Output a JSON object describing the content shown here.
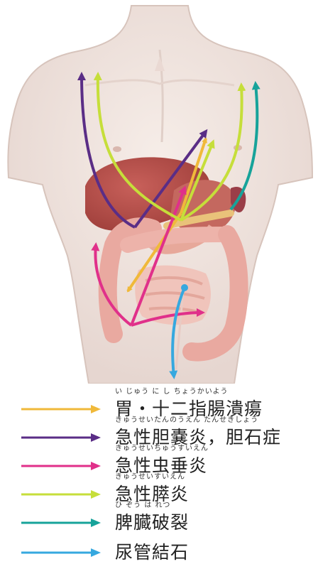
{
  "legend": [
    {
      "label": "胃・十二指腸潰瘍",
      "ruby": "い  じゅう に  し ちょうかいよう",
      "color": "#F0B93A"
    },
    {
      "label": "急性胆嚢炎，胆石症",
      "ruby": "きゅうせいたんのうえん    たんせきしょう",
      "color": "#5A2D86"
    },
    {
      "label": "急性虫垂炎",
      "ruby": "きゅうせいちゅうすいえん",
      "color": "#E0308A"
    },
    {
      "label": "急性膵炎",
      "ruby": "きゅうせいすいえん",
      "color": "#C6DE3A"
    },
    {
      "label": "脾臓破裂",
      "ruby": "ひ ぞう は れつ",
      "color": "#17A39A"
    },
    {
      "label": "尿管結石",
      "ruby": "",
      "color": "#36A8DF"
    }
  ]
}
